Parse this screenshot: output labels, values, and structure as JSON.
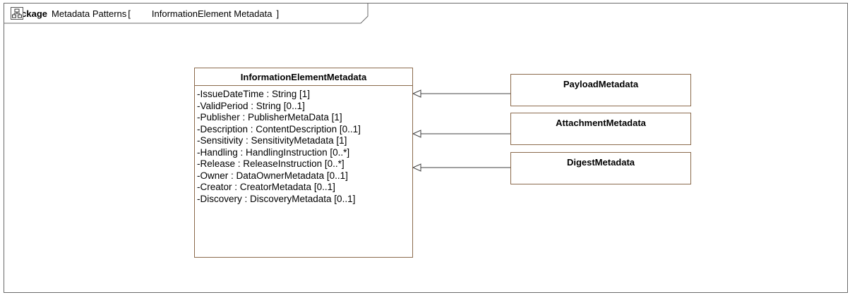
{
  "frame": {
    "keyword": "package",
    "name": "Metadata Patterns",
    "bracket_open": "[",
    "diagram_name": "InformationElement Metadata",
    "bracket_close": "]",
    "icon": "class-diagram-icon"
  },
  "main_class": {
    "name": "InformationElementMetadata",
    "attributes": [
      "-IssueDateTime : String [1]",
      "-ValidPeriod : String [0..1]",
      "-Publisher : PublisherMetaData [1]",
      "-Description : ContentDescription [0..1]",
      "-Sensitivity : SensitivityMetadata [1]",
      "-Handling : HandlingInstruction [0..*]",
      "-Release : ReleaseInstruction [0..*]",
      "-Owner : DataOwnerMetadata [0..1]",
      "-Creator : CreatorMetadata [0..1]",
      "-Discovery : DiscoveryMetadata [0..1]"
    ]
  },
  "subclasses": [
    {
      "name": "PayloadMetadata"
    },
    {
      "name": "AttachmentMetadata"
    },
    {
      "name": "DigestMetadata"
    }
  ],
  "colors": {
    "class_border": "#8b6a4c",
    "frame_border": "#6b6b6b",
    "line": "#404040"
  }
}
